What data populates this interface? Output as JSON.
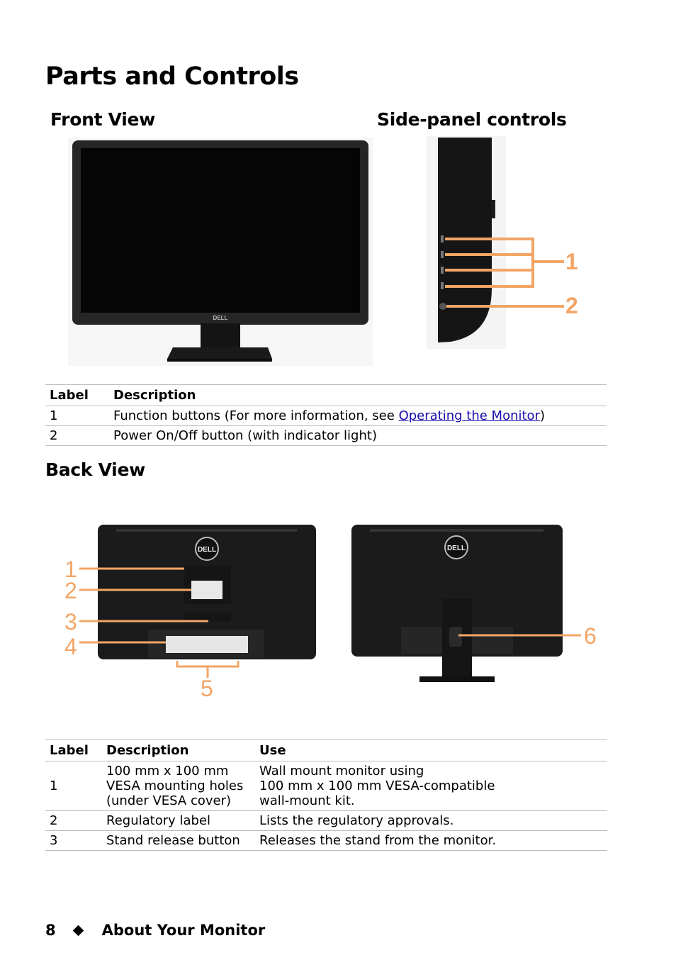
{
  "page": {
    "title": "Parts and Controls",
    "front_view_heading": "Front View",
    "side_panel_heading": "Side-panel controls",
    "back_view_heading": "Back View"
  },
  "front_monitor": {
    "logo_text": "DELL"
  },
  "side_panel": {
    "callouts": [
      "1",
      "2"
    ],
    "accent": "#f3a566"
  },
  "front_table": {
    "headers": [
      "Label",
      "Description"
    ],
    "rows": [
      {
        "label": "1",
        "desc_prefix": "Function buttons (For more information, see ",
        "link": "Operating the Monitor",
        "desc_suffix": ")"
      },
      {
        "label": "2",
        "desc": "Power On/Off button (with indicator light)"
      }
    ]
  },
  "back_view": {
    "left_callouts": [
      "1",
      "2",
      "3",
      "4",
      "5"
    ],
    "right_callouts": [
      "6"
    ],
    "logo_text": "DELL",
    "accent": "#f3a566"
  },
  "back_table": {
    "headers": [
      "Label",
      "Description",
      "Use"
    ],
    "rows": [
      {
        "label": "1",
        "desc": [
          "100 mm x 100 mm",
          "VESA mounting holes",
          "(under VESA cover)"
        ],
        "use": [
          "Wall mount monitor using",
          "100 mm x 100 mm VESA-compatible",
          "wall-mount kit."
        ]
      },
      {
        "label": "2",
        "desc": [
          "Regulatory label"
        ],
        "use": [
          "Lists the regulatory approvals."
        ]
      },
      {
        "label": "3",
        "desc": [
          "Stand release button"
        ],
        "use": [
          "Releases the stand from the monitor."
        ]
      }
    ]
  },
  "footer": {
    "page_number": "8",
    "section": "About Your Monitor"
  }
}
